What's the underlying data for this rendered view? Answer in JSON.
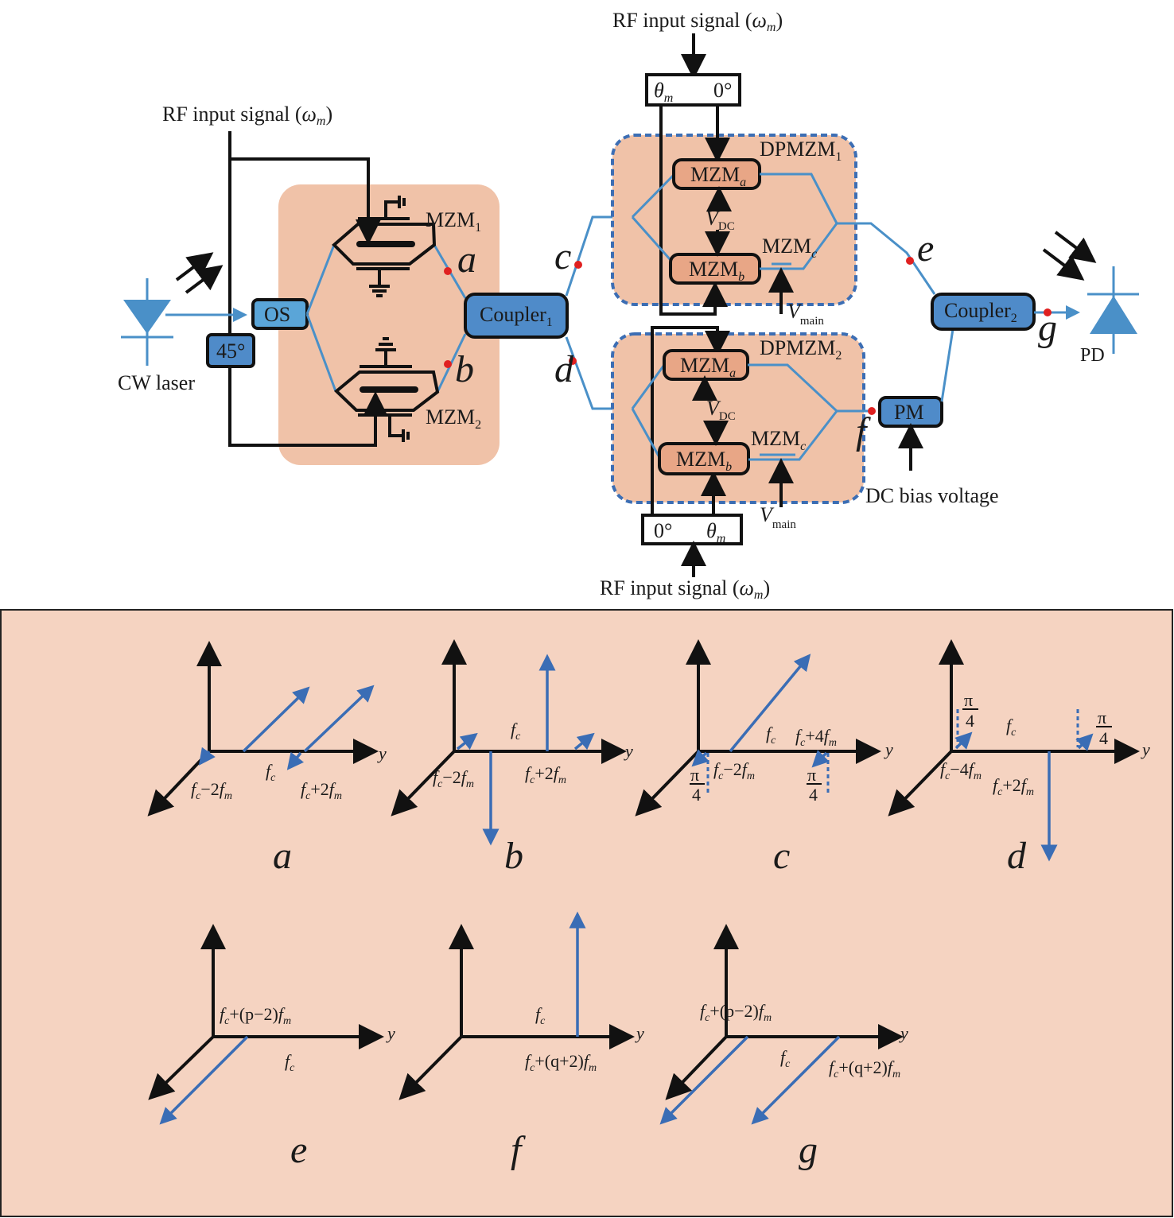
{
  "top_diagram": {
    "rf_input_left": "RF input signal (",
    "omega": "ω",
    "m_sub": "m",
    "close_paren": ")",
    "cw_laser": "CW laser",
    "os": "OS",
    "phase_45": "45°",
    "mzm1": "MZM",
    "mzm1_sub": "1",
    "mzm2": "MZM",
    "mzm2_sub": "2",
    "coupler1": "Coupler",
    "coupler1_sub": "1",
    "coupler2": "Coupler",
    "coupler2_sub": "2",
    "dpmzm1": "DPMZM",
    "dpmzm1_sub": "1",
    "dpmzm2": "DPMZM",
    "dpmzm2_sub": "2",
    "mzm_a": "MZM",
    "sub_a": "a",
    "mzm_b": "MZM",
    "sub_b": "b",
    "mzm_c": "MZM",
    "sub_c": "c",
    "v_dc": "V",
    "v_dc_sub": "DC",
    "v_main": "V",
    "v_main_sub": "main",
    "theta": "θ",
    "zero_deg": "0°",
    "pm": "PM",
    "pd": "PD",
    "dc_bias": "DC bias voltage",
    "points": [
      "a",
      "b",
      "c",
      "d",
      "e",
      "f",
      "g"
    ]
  },
  "spectra": {
    "axis_y": "y",
    "fc": "f",
    "c_sub": "c",
    "m_sub": "m",
    "pi": "π",
    "four": "4",
    "labels": {
      "minus2": "−2",
      "plus2": "+2",
      "plus4": "+4",
      "minus4": "−4",
      "p_minus2": "+(p−2)",
      "q_plus2": "+(q+2)"
    },
    "panels": [
      "a",
      "b",
      "c",
      "d",
      "e",
      "f",
      "g"
    ]
  },
  "colors": {
    "fiber": "#4a90c8",
    "spectral_line": "#3a6db5",
    "module_blue": "#4f8bc9",
    "module_orange": "#e8a686",
    "background_panel": "#f5d3c1",
    "marker_red": "#e02020"
  }
}
